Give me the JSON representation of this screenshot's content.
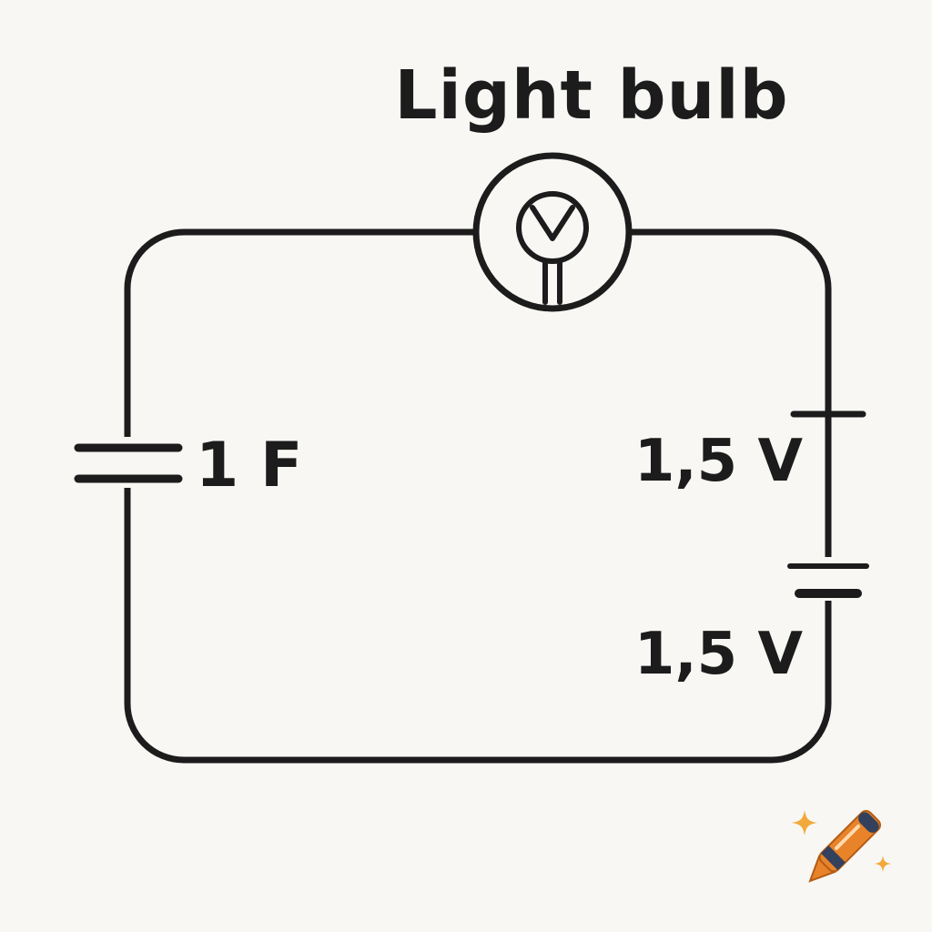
{
  "diagram": {
    "title": "Light bulb",
    "components": {
      "capacitor": {
        "label": "1 F",
        "type": "capacitor",
        "position": "left"
      },
      "battery_cell_top": {
        "label": "1,5 V",
        "type": "battery-cell",
        "position": "right-upper"
      },
      "battery_cell_bottom": {
        "label": "1,5 V",
        "type": "battery-cell",
        "position": "right-lower"
      },
      "lamp": {
        "label": "Light bulb",
        "type": "lamp",
        "position": "top"
      }
    }
  },
  "icons": {
    "watermark": "crayon-icon",
    "sparkle_large": "sparkle-icon",
    "sparkle_small": "sparkle-icon"
  },
  "colors": {
    "background": "#f8f7f4",
    "ink": "#1c1c1c",
    "crayon_orange": "#e8832a",
    "crayon_navy": "#33415c",
    "sparkle": "#f2a93c"
  }
}
